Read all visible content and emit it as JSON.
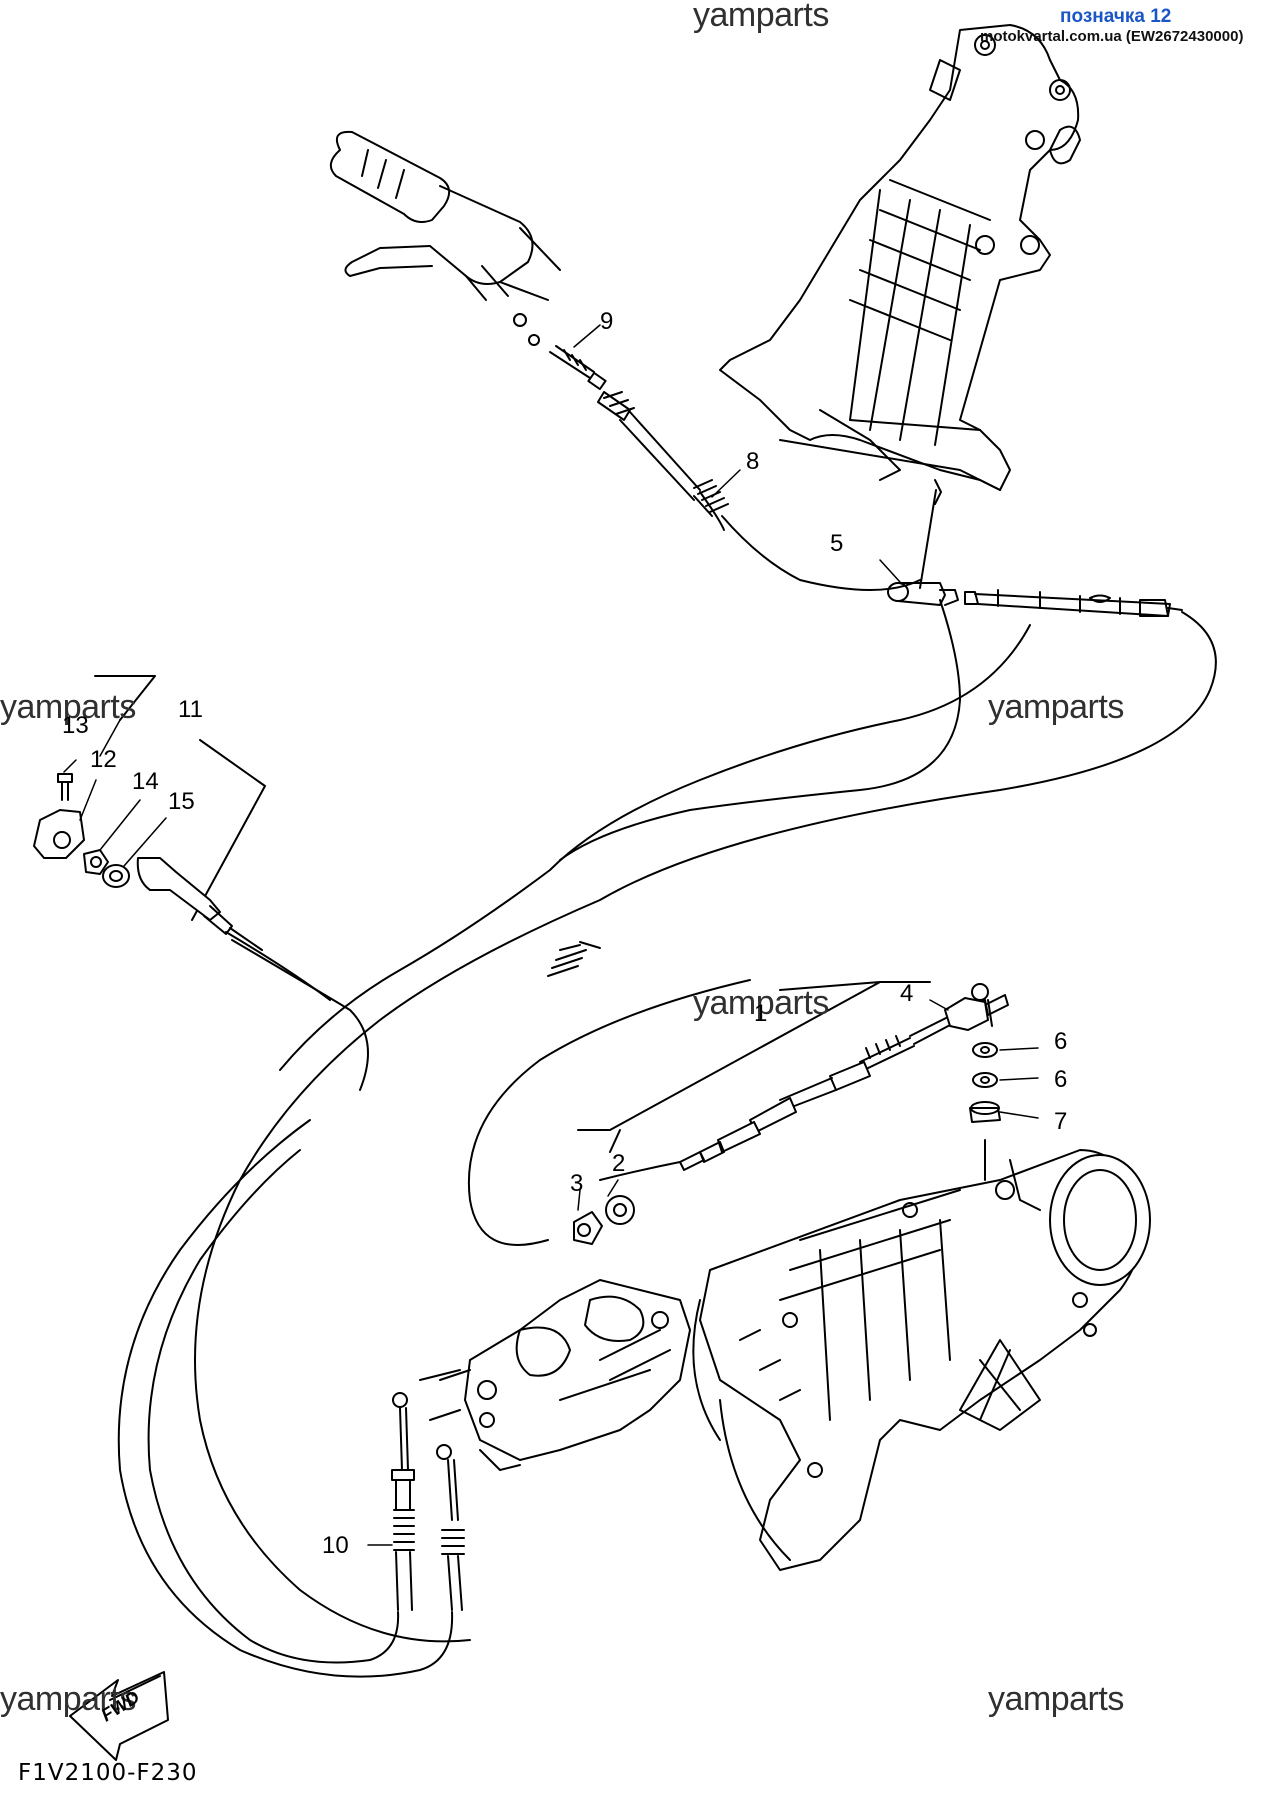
{
  "header": {
    "label": "позначка 12",
    "site": "motokvartal.com.ua (EW2672430000)"
  },
  "watermark": "yamparts",
  "diagram_code": "F1V2100-F230",
  "fwd_label": "FWD",
  "callouts": {
    "c1": "1",
    "c2": "2",
    "c3": "3",
    "c4": "4",
    "c5": "5",
    "c6a": "6",
    "c6b": "6",
    "c7": "7",
    "c8": "8",
    "c9": "9",
    "c10": "10",
    "c11": "11",
    "c12": "12",
    "c13": "13",
    "c14": "14",
    "c15": "15"
  }
}
